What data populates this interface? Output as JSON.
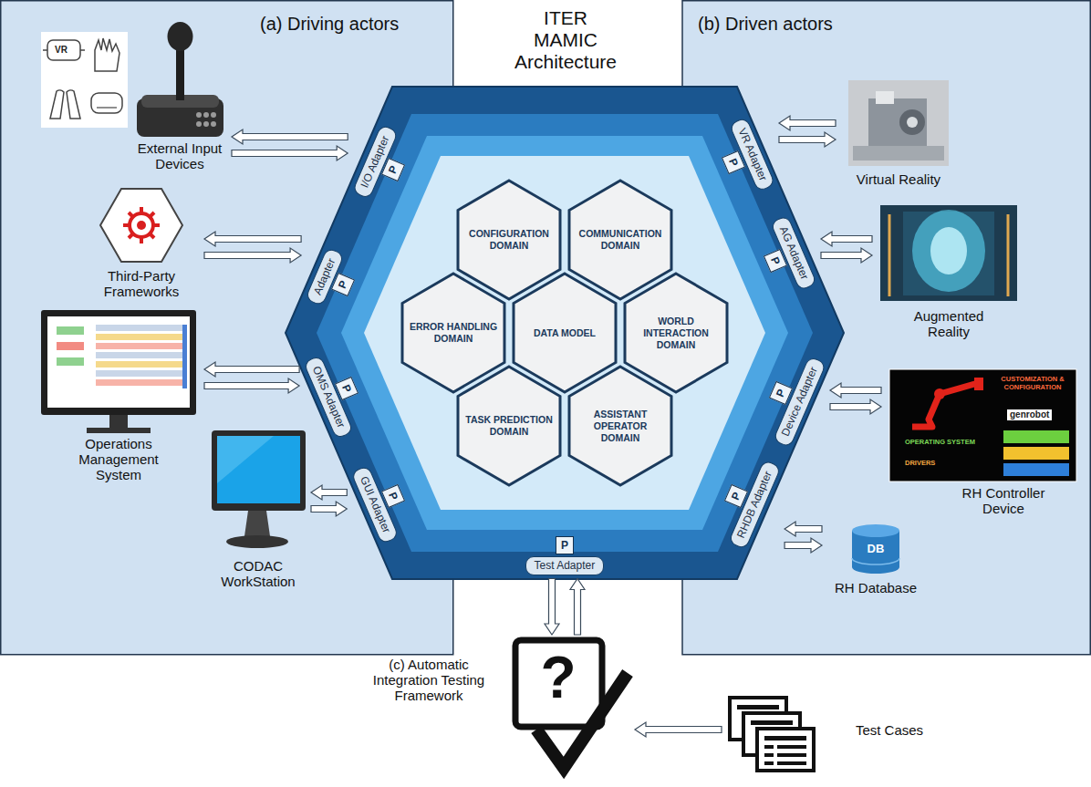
{
  "diagram": {
    "title": "ITER MAMIC Architecture",
    "nodes": [
      {
        "text": [
          "(a) Driving actors"
        ]
      },
      {
        "text": [
          "External Input Devices"
        ],
        "in": 0
      },
      {
        "text": [
          "Third-Party Frameworks"
        ],
        "in": 0
      },
      {
        "text": [
          "Operations Management System"
        ],
        "in": 0
      },
      {
        "text": [
          "CODAC WorkStation"
        ],
        "in": 0
      },
      {
        "text": [
          "(b) Driven actors"
        ]
      },
      {
        "text": [
          "Virtual Reality"
        ],
        "in": 5
      },
      {
        "text": [
          "Augmented Reality"
        ],
        "in": 5
      },
      {
        "text": [
          "RH Controller Device"
        ],
        "in": 5
      },
      {
        "text": [
          "RH Database"
        ],
        "in": 5
      },
      {
        "text": [
          "I/O Adapter"
        ]
      },
      {
        "text": [
          "Adapter"
        ]
      },
      {
        "text": [
          "OMS Adapter"
        ]
      },
      {
        "text": [
          "GUI Adapter"
        ]
      },
      {
        "text": [
          "VR Adapter"
        ]
      },
      {
        "text": [
          "AG Adapter"
        ]
      },
      {
        "text": [
          "Device Adapter"
        ]
      },
      {
        "text": [
          "RHDB Adapter"
        ]
      },
      {
        "text": [
          "Test Adapter"
        ]
      },
      {
        "text": [
          "P"
        ]
      },
      {
        "text": [
          "P"
        ]
      },
      {
        "text": [
          "P"
        ]
      },
      {
        "text": [
          "P"
        ]
      },
      {
        "text": [
          "P"
        ]
      },
      {
        "text": [
          "P"
        ]
      },
      {
        "text": [
          "P"
        ]
      },
      {
        "text": [
          "P"
        ]
      },
      {
        "text": [
          "P"
        ]
      },
      {
        "text": [
          "CONFIGURATION DOMAIN"
        ]
      },
      {
        "text": [
          "COMMUNICATION DOMAIN"
        ]
      },
      {
        "text": [
          "ERROR HANDLING DOMAIN"
        ]
      },
      {
        "text": [
          "DATA MODEL"
        ]
      },
      {
        "text": [
          "WORLD INTERACTION DOMAIN"
        ]
      },
      {
        "text": [
          "TASK PREDICTION DOMAIN"
        ]
      },
      {
        "text": [
          "ASSISTANT OPERATOR DOMAIN"
        ]
      },
      {
        "text": [
          "(c) Automatic Integration Testing Framework"
        ]
      },
      {
        "text": [
          "Test Cases"
        ]
      }
    ],
    "edges": [
      {
        "from": 10,
        "to": 1,
        "arrow": "to"
      },
      {
        "from": 1,
        "to": 10,
        "arrow": "to"
      },
      {
        "from": 11,
        "to": 2,
        "arrow": "to"
      },
      {
        "from": 2,
        "to": 11,
        "arrow": "to"
      },
      {
        "from": 12,
        "to": 3,
        "arrow": "to"
      },
      {
        "from": 3,
        "to": 12,
        "arrow": "to"
      },
      {
        "from": 13,
        "to": 4,
        "arrow": "to"
      },
      {
        "from": 4,
        "to": 13,
        "arrow": "to"
      },
      {
        "from": 6,
        "to": 14,
        "arrow": "to"
      },
      {
        "from": 14,
        "to": 6,
        "arrow": "to"
      },
      {
        "from": 7,
        "to": 15,
        "arrow": "to"
      },
      {
        "from": 15,
        "to": 7,
        "arrow": "to"
      },
      {
        "from": 8,
        "to": 16,
        "arrow": "to"
      },
      {
        "from": 16,
        "to": 8,
        "arrow": "to"
      },
      {
        "from": 9,
        "to": 17,
        "arrow": "to"
      },
      {
        "from": 17,
        "to": 9,
        "arrow": "to"
      },
      {
        "from": 18,
        "to": 35,
        "arrow": "to"
      },
      {
        "from": 35,
        "to": 18,
        "arrow": "to"
      },
      {
        "from": 36,
        "to": 35,
        "arrow": "to"
      }
    ],
    "labels": [
      "VR",
      "CUSTOMIZATION & CONFIGURATION",
      "genrobot",
      "OPERATING SYSTEM",
      "DRIVERS",
      "DB",
      "?"
    ]
  }
}
